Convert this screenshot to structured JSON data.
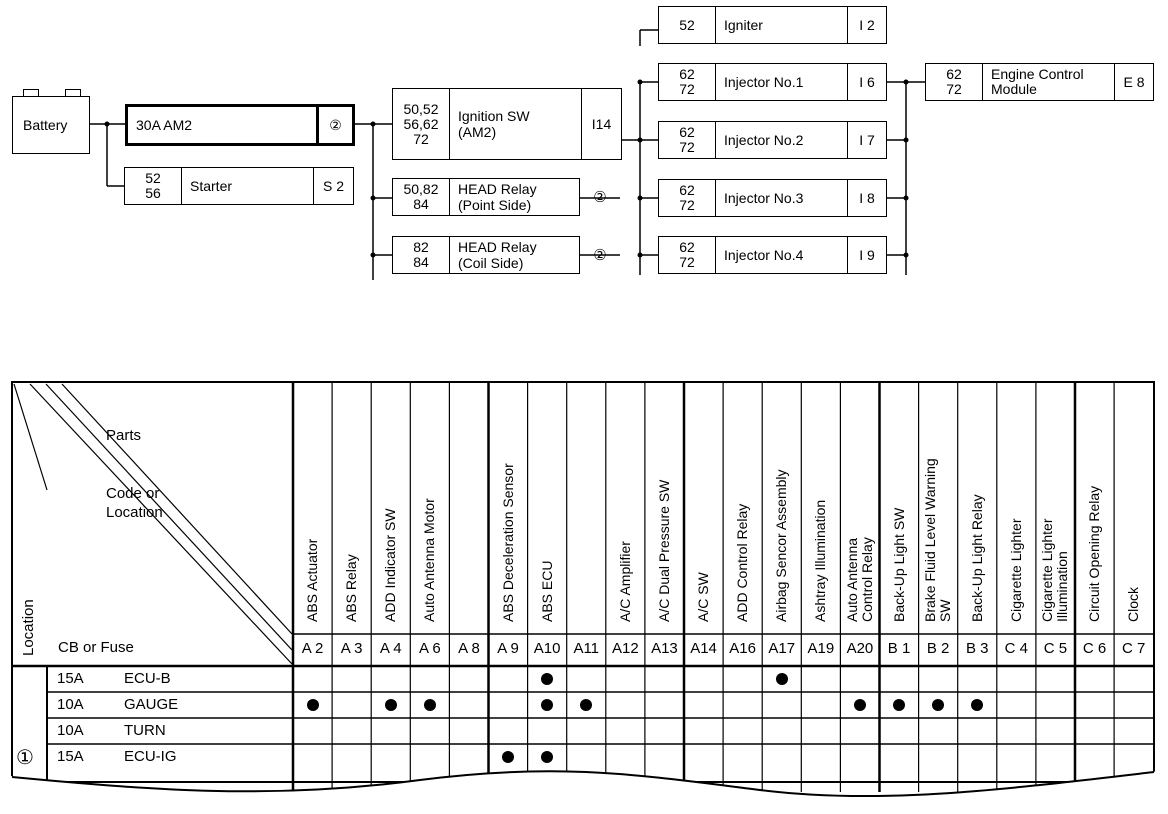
{
  "diagram": {
    "battery": "Battery",
    "fuse_am2": "30A AM2",
    "fuse_am2_code": "②",
    "starter": {
      "nums": "52\n56",
      "name": "Starter",
      "code": "S 2"
    },
    "ignition": {
      "nums": "50,52\n56,62\n72",
      "name": "Ignition SW\n(AM2)",
      "code": "I14"
    },
    "head_point": {
      "nums": "50,82\n84",
      "name": "HEAD Relay\n(Point Side)",
      "code": "②"
    },
    "head_coil": {
      "nums": "82\n84",
      "name": "HEAD Relay\n(Coil Side)",
      "code": "②"
    },
    "igniter": {
      "nums": "52",
      "name": "Igniter",
      "code": "I 2"
    },
    "injector1": {
      "nums": "62\n72",
      "name": "Injector No.1",
      "code": "I 6"
    },
    "injector2": {
      "nums": "62\n72",
      "name": "Injector No.2",
      "code": "I 7"
    },
    "injector3": {
      "nums": "62\n72",
      "name": "Injector No.3",
      "code": "I 8"
    },
    "injector4": {
      "nums": "62\n72",
      "name": "Injector No.4",
      "code": "I 9"
    },
    "ecm": {
      "nums": "62\n72",
      "name": "Engine Control\nModule",
      "code": "E 8"
    }
  },
  "table": {
    "header": {
      "parts": "Parts",
      "code_or_location": "Code or\nLocation",
      "location": "Location",
      "cb_or_fuse": "CB or Fuse"
    },
    "columns": [
      {
        "part": "ABS Actuator",
        "code": "A 2"
      },
      {
        "part": "ABS Relay",
        "code": "A 3"
      },
      {
        "part": "ADD Indicator SW",
        "code": "A 4"
      },
      {
        "part": "Auto Antenna Motor",
        "code": "A 6"
      },
      {
        "part": "",
        "code": "A 8"
      },
      {
        "part": "ABS Deceleration Sensor",
        "code": "A 9"
      },
      {
        "part": "ABS ECU",
        "code": "A10"
      },
      {
        "part": "",
        "code": "A11"
      },
      {
        "part": "A/C Amplifier",
        "code": "A12"
      },
      {
        "part": "A/C Dual Pressure SW",
        "code": "A13"
      },
      {
        "part": "A/C SW",
        "code": "A14"
      },
      {
        "part": "ADD Control Relay",
        "code": "A16"
      },
      {
        "part": "Airbag Sencor Assembly",
        "code": "A17"
      },
      {
        "part": "Ashtray Illumination",
        "code": "A19"
      },
      {
        "part": "Auto Antenna\nControl Relay",
        "code": "A20"
      },
      {
        "part": "Back-Up Light SW",
        "code": "B 1"
      },
      {
        "part": "Brake Fluid Level Warning\nSW",
        "code": "B 2"
      },
      {
        "part": "Back-Up Light Relay",
        "code": "B 3"
      },
      {
        "part": "Cigarette Lighter",
        "code": "C 4"
      },
      {
        "part": "Cigarette Lighter\nIllumination",
        "code": "C 5"
      },
      {
        "part": "Circuit Opening Relay",
        "code": "C 6"
      },
      {
        "part": "Clock",
        "code": "C 7"
      }
    ],
    "location_mark": "①",
    "rows": [
      {
        "amp": "15A",
        "fuse": "ECU-B",
        "marks": [
          6,
          12
        ]
      },
      {
        "amp": "10A",
        "fuse": "GAUGE",
        "marks": [
          0,
          2,
          3,
          6,
          7,
          14,
          15,
          16,
          17
        ]
      },
      {
        "amp": "10A",
        "fuse": "TURN",
        "marks": []
      },
      {
        "amp": "15A",
        "fuse": "ECU-IG",
        "marks": [
          5,
          6
        ]
      }
    ]
  }
}
